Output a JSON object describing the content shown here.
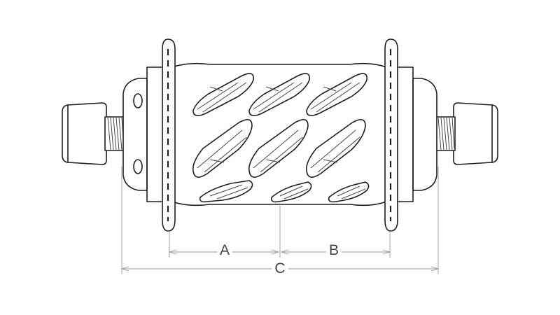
{
  "diagram": {
    "labels": {
      "a": "A",
      "b": "B",
      "c": "C"
    },
    "colors": {
      "stroke": "#1e1e1e",
      "dimension": "#9a9a9a",
      "label": "#444444",
      "background": "#ffffff"
    }
  }
}
